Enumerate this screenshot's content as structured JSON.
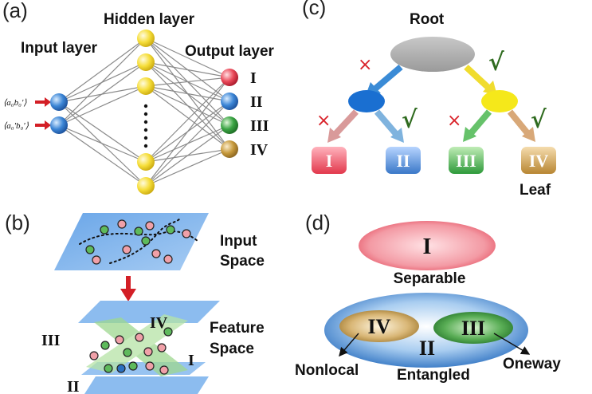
{
  "panels": {
    "a": {
      "label": "(a)",
      "hidden_layer": "Hidden layer",
      "input_layer": "Input layer",
      "output_layer": "Output layer",
      "inputs": [
        "⟨a₀b₀'⟩",
        "⟨a₀'b₀'⟩"
      ],
      "outputs": [
        "I",
        "II",
        "III",
        "IV"
      ],
      "colors": {
        "input": "#2a6fc0",
        "hidden": "#f3d21d",
        "out1": "#e23a4a",
        "out2": "#2a6fc0",
        "out3": "#2b9a3a",
        "out4": "#b98a2a"
      }
    },
    "b": {
      "label": "(b)",
      "input_space": [
        "Input",
        "Space"
      ],
      "feature_space": [
        "Feature",
        "Space"
      ],
      "region_labels": [
        "III",
        "IV",
        "I",
        "II"
      ]
    },
    "c": {
      "label": "(c)",
      "root": "Root",
      "leaf": "Leaf",
      "leaves": [
        "I",
        "II",
        "III",
        "IV"
      ],
      "cross": "×",
      "check": "√"
    },
    "d": {
      "label": "(d)",
      "regions": [
        "I",
        "IV",
        "III",
        "II"
      ],
      "separable": "Separable",
      "entangled": "Entangled",
      "nonlocal": "Nonlocal",
      "oneway": "Oneway"
    }
  }
}
